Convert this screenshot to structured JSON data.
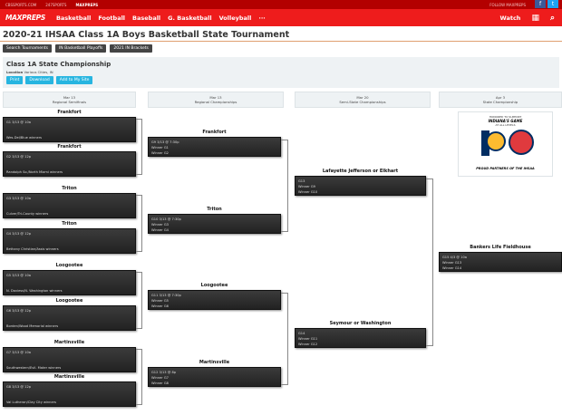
{
  "topbar": {
    "links": [
      "CBSSPORTS.COM",
      "247SPORTS",
      "MAXPREPS"
    ],
    "follow": "FOLLOW MAXPREPS"
  },
  "nav": {
    "logo": "MAXPREPS",
    "items": [
      "Basketball",
      "Football",
      "Baseball",
      "G. Basketball",
      "Volleyball",
      "···"
    ],
    "watch": "Watch"
  },
  "page_title": "2020-21 IHSAA Class 1A Boys Basketball State Tournament",
  "buttons": [
    "Search Tournaments",
    "IN Basketball Playoffs",
    "2021 IN Brackets"
  ],
  "panel": {
    "title": "Class 1A State Championship",
    "location_label": "Location",
    "location": "Various Cities, IN",
    "actions": [
      "Print",
      "Download",
      "Add to My Site"
    ]
  },
  "columns": [
    {
      "date": "Mar 13",
      "round": "Regional Semifinals"
    },
    {
      "date": "Mar 13",
      "round": "Regional Championships"
    },
    {
      "date": "Mar 20",
      "round": "Semi-State Championships"
    },
    {
      "date": "Apr 3",
      "round": "State Championship"
    }
  ],
  "round1": [
    {
      "site": "Frankfort",
      "info": "G1 3/13 @ 10a",
      "team": "Wes-Del/Blue winners"
    },
    {
      "site": "Frankfort",
      "info": "G2 3/13 @ 12p",
      "team": "Randolph So./North Miami winners"
    },
    {
      "site": "Triton",
      "info": "G3 3/13 @ 10a",
      "team": "Culver/Tri-County winners"
    },
    {
      "site": "Triton",
      "info": "G4 3/13 @ 12p",
      "team": "Bethany Christian/Assis winners"
    },
    {
      "site": "Loogootee",
      "info": "G5 3/13 @ 10a",
      "team": "N. Daviess/N. Washington winners"
    },
    {
      "site": "Loogootee",
      "info": "G6 3/13 @ 12p",
      "team": "Borden/Wood Memorial winners"
    },
    {
      "site": "Martinsville",
      "info": "G7 3/13 @ 10a",
      "team": "Southwestern/Evil. Mater winners"
    },
    {
      "site": "Martinsville",
      "info": "G8 3/13 @ 12p",
      "team": "Val Lutheran/Clay City winners"
    }
  ],
  "round2": [
    {
      "site": "Frankfort",
      "info": "G9 3/13 @ 7:30p",
      "a": "Winner G1",
      "b": "Winner G2"
    },
    {
      "site": "Triton",
      "info": "G10 3/13 @ 7:30p",
      "a": "Winner G3",
      "b": "Winner G4"
    },
    {
      "site": "Loogootee",
      "info": "G11 3/13 @ 7:30p",
      "a": "Winner G5",
      "b": "Winner G6"
    },
    {
      "site": "Martinsville",
      "info": "G12 3/13 @ 8p",
      "a": "Winner G7",
      "b": "Winner G8"
    }
  ],
  "round3": [
    {
      "site": "Lafayette Jefferson or Elkhart",
      "info": "G13",
      "a": "Winner G9",
      "b": "Winner G10"
    },
    {
      "site": "Seymour or Washington",
      "info": "G14",
      "a": "Winner G11",
      "b": "Winner G12"
    }
  ],
  "final": {
    "site": "Bankers Life Fieldhouse",
    "info": "G15 4/3 @ 10a",
    "a": "Winner G13",
    "b": "Winner G14"
  },
  "sponsor": {
    "line1": "HONORED TO SUPPORT",
    "line2": "INDIANA'S GAME",
    "line3": "AT ALL LEVELS",
    "tagline": "PROUD PARTNERS OF THE IHSAA"
  }
}
